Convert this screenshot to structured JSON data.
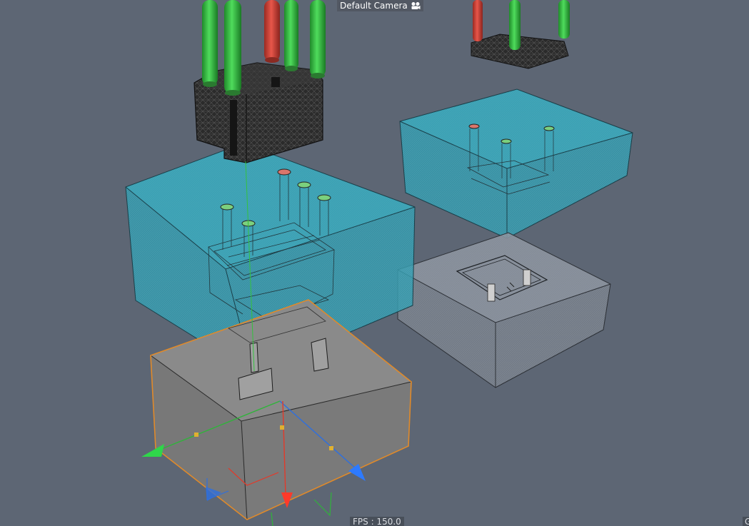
{
  "viewport": {
    "camera_label": "Default Camera",
    "camera_icon": "camera-icon",
    "fps_label": "FPS : 150.0",
    "corner_label": "G"
  },
  "colors": {
    "background": "#5d6674",
    "mold_cyan": "#2f9cb0",
    "selection_orange": "#e08a2a",
    "gate_green": "#3cc24a",
    "gate_red": "#d9423a",
    "axis_x_red": "#e23a2a",
    "axis_y_green": "#2fb43a",
    "axis_z_blue": "#2d6fe0"
  }
}
